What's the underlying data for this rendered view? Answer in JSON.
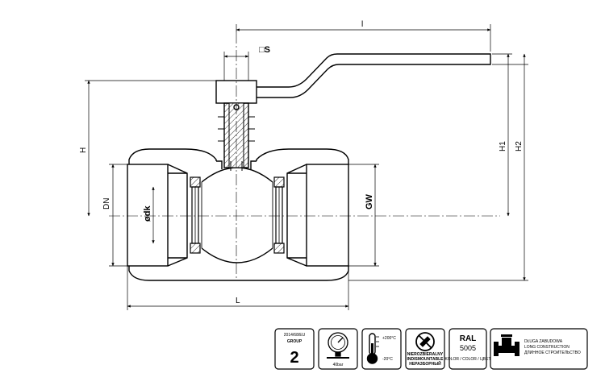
{
  "dimensions": {
    "lever_length": "l",
    "stem_square": "□S",
    "height": "H",
    "height_h1": "H1",
    "height_h2": "H2",
    "nominal_diameter": "DN",
    "ball_bore": "ødk",
    "thread": "GW",
    "body_length": "L"
  },
  "badges": {
    "group": {
      "directive": "2014/68/EU",
      "label": "GROUP",
      "value": "2"
    },
    "pressure": {
      "value": "40bar",
      "icon": "pressure-gauge-icon"
    },
    "temperature": {
      "max": "+200°C",
      "min": "-20°C",
      "icon": "thermometer-icon"
    },
    "non_removable": {
      "lines": [
        "NIEROZBIERALNY",
        "INDISMOUNTABLE",
        "НЕРАЗБОРНЫЙ"
      ],
      "icon": "no-disassembly-icon"
    },
    "ral": {
      "label": "RAL",
      "code": "5005",
      "caption": "KOLOR / COLOR / ЦВЕТ"
    },
    "construction": {
      "lines": [
        "DŁUGA ZABUDOWA",
        "LONG CONSTRUCTION",
        "ДЛИННОЕ СТРОИТЕЛЬСТВО"
      ],
      "icon": "long-valve-icon"
    }
  }
}
